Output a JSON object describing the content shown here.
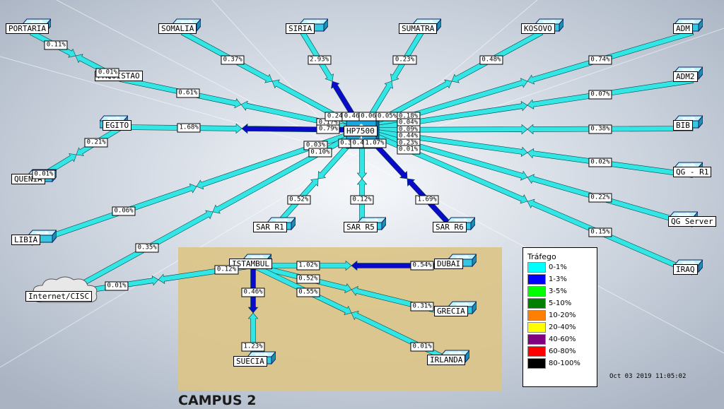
{
  "nodes": [
    {
      "id": "portaria",
      "label": "PORTARIA",
      "type": "switch"
    },
    {
      "id": "somalia",
      "label": "SOMALIA",
      "type": "switch"
    },
    {
      "id": "siria",
      "label": "SIRIA",
      "type": "switch"
    },
    {
      "id": "sumatra",
      "label": "SUMATRA",
      "type": "switch"
    },
    {
      "id": "kosovo",
      "label": "KOSOVO",
      "type": "switch"
    },
    {
      "id": "adm",
      "label": "ADM",
      "type": "switch"
    },
    {
      "id": "adm2",
      "label": "ADM2",
      "type": "switch"
    },
    {
      "id": "paquistao",
      "label": "PAQUISTAO",
      "type": "label"
    },
    {
      "id": "egito",
      "label": "EGITO",
      "type": "switch"
    },
    {
      "id": "quenia",
      "label": "QUENIA",
      "type": "switch"
    },
    {
      "id": "libia",
      "label": "LIBIA",
      "type": "switch"
    },
    {
      "id": "bib",
      "label": "BIB",
      "type": "switch"
    },
    {
      "id": "qgr1",
      "label": "QG - R1",
      "type": "switch"
    },
    {
      "id": "qgserver",
      "label": "QG Server",
      "type": "switch"
    },
    {
      "id": "iraq",
      "label": "IRAQ",
      "type": "switch"
    },
    {
      "id": "sarr1",
      "label": "SAR R1",
      "type": "switch"
    },
    {
      "id": "sarr5",
      "label": "SAR R5",
      "type": "switch"
    },
    {
      "id": "sarr6",
      "label": "SAR R6",
      "type": "switch"
    },
    {
      "id": "hp7500",
      "label": "HP7500",
      "type": "hub"
    },
    {
      "id": "internet",
      "label": "Internet/CISC",
      "type": "cloud"
    },
    {
      "id": "istambul",
      "label": "ISTAMBUL",
      "type": "switch"
    },
    {
      "id": "dubai",
      "label": "DUBAI",
      "type": "switch"
    },
    {
      "id": "grecia",
      "label": "GRECIA",
      "type": "switch"
    },
    {
      "id": "suecia",
      "label": "SUECIA",
      "type": "switch"
    },
    {
      "id": "irlanda",
      "label": "IRLANDA",
      "type": "switch"
    }
  ],
  "links": [
    {
      "from": "portaria",
      "to": "paquistao",
      "a": "0.11%",
      "b": "0.01%"
    },
    {
      "from": "paquistao",
      "to": "hp7500",
      "a": "0.61%",
      "b": "0.17%"
    },
    {
      "from": "somalia",
      "to": "hp7500",
      "a": "0.37%",
      "b": "0.24%"
    },
    {
      "from": "siria",
      "to": "hp7500",
      "a": "2.93%",
      "b": "0.46%"
    },
    {
      "from": "sumatra",
      "to": "hp7500",
      "a": "0.23%",
      "b": "0.06%"
    },
    {
      "from": "kosovo",
      "to": "hp7500",
      "a": "0.48%",
      "b": "0.05%"
    },
    {
      "from": "adm",
      "to": "hp7500",
      "a": "0.74%",
      "b": "0.18%"
    },
    {
      "from": "adm2",
      "to": "hp7500",
      "a": "0.07%",
      "b": "0.04%"
    },
    {
      "from": "egito",
      "to": "hp7500",
      "a": "1.68%",
      "b": "0.79%"
    },
    {
      "from": "egito",
      "to": "quenia",
      "a": "0.21%",
      "b": "0.01%"
    },
    {
      "from": "bib",
      "to": "hp7500",
      "a": "0.38%",
      "b": "0.09%"
    },
    {
      "from": "qgr1",
      "to": "hp7500",
      "a": "0.02%",
      "b": "0.44%"
    },
    {
      "from": "qgserver",
      "to": "hp7500",
      "a": "0.22%",
      "b": "0.23%"
    },
    {
      "from": "iraq",
      "to": "hp7500",
      "a": "0.15%",
      "b": "0.01%"
    },
    {
      "from": "libia",
      "to": "hp7500",
      "a": "0.06%",
      "b": "0.03%"
    },
    {
      "from": "internet",
      "to": "hp7500",
      "a": "0.35%",
      "b": "0.10%"
    },
    {
      "from": "sarr1",
      "to": "hp7500",
      "a": "0.52%",
      "b": "0.32%"
    },
    {
      "from": "sarr5",
      "to": "hp7500",
      "a": "0.12%",
      "b": "0.45%"
    },
    {
      "from": "sarr6",
      "to": "hp7500",
      "a": "1.69%",
      "b": "1.07%"
    },
    {
      "from": "internet",
      "to": "istambul",
      "a": "0.01%",
      "b": "0.12%"
    },
    {
      "from": "istambul",
      "to": "dubai",
      "a": "1.02%",
      "b": "0.54%"
    },
    {
      "from": "istambul",
      "to": "grecia",
      "a": "0.52%",
      "b": "0.31%"
    },
    {
      "from": "istambul",
      "to": "irlanda",
      "a": "0.55%",
      "b": "0.01%"
    },
    {
      "from": "istambul",
      "to": "suecia",
      "a": "0.46%",
      "b": "1.23%"
    }
  ],
  "campus": {
    "title": "CAMPUS 2"
  },
  "legend": {
    "title": "Tráfego",
    "items": [
      {
        "label": "0-1%",
        "color": "#00ffff"
      },
      {
        "label": "1-3%",
        "color": "#0000ff"
      },
      {
        "label": "3-5%",
        "color": "#00ff00"
      },
      {
        "label": "5-10%",
        "color": "#008000"
      },
      {
        "label": "10-20%",
        "color": "#ff8000"
      },
      {
        "label": "20-40%",
        "color": "#ffff00"
      },
      {
        "label": "40-60%",
        "color": "#800080"
      },
      {
        "label": "60-80%",
        "color": "#ff0000"
      },
      {
        "label": "80-100%",
        "color": "#000000"
      }
    ]
  },
  "timestamp": "Oct 03 2019 11:05:02",
  "colors": {
    "low": "#33e6e6",
    "mid": "#0a0ac8",
    "switch": "#35c8e0"
  }
}
